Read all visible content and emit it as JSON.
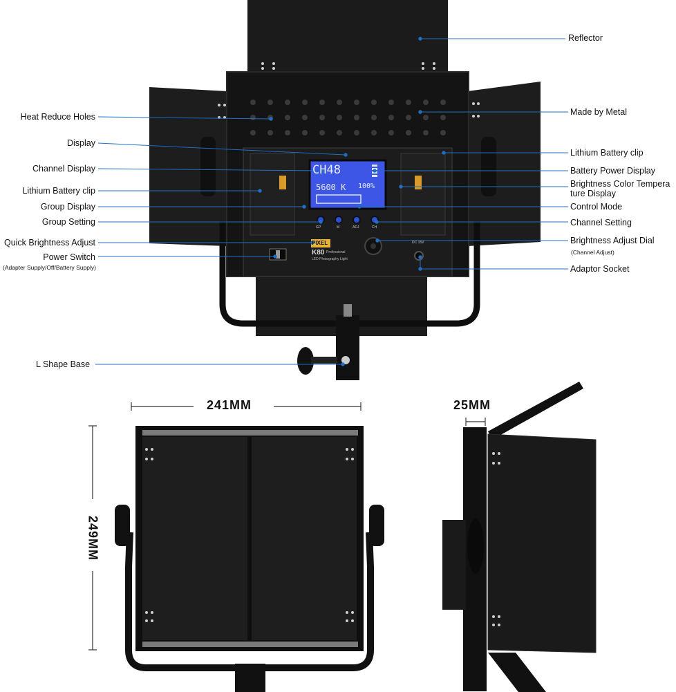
{
  "labels": {
    "reflector": "Reflector",
    "heat_reduce_holes": "Heat Reduce Holes",
    "made_by_metal": "Made by Metal",
    "display": "Display",
    "lithium_battery_clip_right": "Lithium Battery clip",
    "channel_display": "Channel Display",
    "battery_power_display": "Battery Power Display",
    "lithium_battery_clip_left": "Lithium Battery clip",
    "brightness_color_temp_line1": "Brightness Color Tempera",
    "brightness_color_temp_line2": "ture Display",
    "group_display": "Group Display",
    "control_mode": "Control Mode",
    "group_setting": "Group Setting",
    "channel_setting": "Channel Setting",
    "quick_brightness_adjust": "Quick Brightness Adjust",
    "brightness_adjust_dial": "Brightness Adjust Dial",
    "brightness_adjust_dial_sub": "(Channel Adjust)",
    "power_switch": "Power Switch",
    "power_switch_sub": "(Adapter Supply/Off/Battery Supply)",
    "adaptor_socket": "Adaptor Socket",
    "l_shape_base": "L Shape Base"
  },
  "lcd": {
    "channel": "CH48",
    "color_temp": "5600 K",
    "brightness": "100%"
  },
  "device": {
    "brand": "PIXEL",
    "model": "K80",
    "model_sub": "Professional",
    "model_sub2": "LED Photography Light",
    "buttons": [
      "GP",
      "M",
      "ADJ",
      "CH"
    ],
    "socket_label": "DC 15V"
  },
  "dimensions": {
    "width": "241MM",
    "height": "249MM",
    "depth": "25MM"
  },
  "colors": {
    "leader_line": "#1f6fc4",
    "lcd_bg": "#3d56e6",
    "body": "#1a1a1a"
  }
}
